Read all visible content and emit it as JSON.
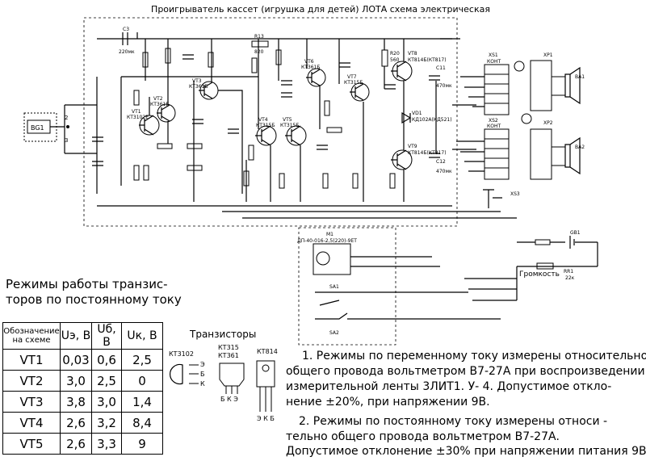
{
  "title": "Проигрыватель кассет (игрушка для детей) ЛОТА схема электрическая",
  "components": {
    "C3": {
      "ref": "C3",
      "val": "220мк"
    },
    "R13": {
      "ref": "R13",
      "val": "820"
    },
    "R20": {
      "ref": "R20",
      "val": "560"
    },
    "VT8": {
      "ref": "VT8",
      "val": "КТ814Б(КТ817)"
    },
    "C11": {
      "ref": "C11",
      "val": "470мк"
    },
    "VT1": {
      "ref": "VT1",
      "val": "КТ3102Е"
    },
    "VT2": {
      "ref": "VT2",
      "val": "КТ361Б"
    },
    "VT3": {
      "ref": "VT3",
      "val": "КТ361Б"
    },
    "VT4": {
      "ref": "VT4",
      "val": "КТ315Б"
    },
    "VT5": {
      "ref": "VT5",
      "val": "КТ315Б"
    },
    "VT6": {
      "ref": "VT6",
      "val": "КТ361Б"
    },
    "VT7": {
      "ref": "VT7",
      "val": "КТ315Б"
    },
    "VT9": {
      "ref": "VT9",
      "val": "КТ814Б(КТ817)"
    },
    "C12": {
      "ref": "C12",
      "val": "470мк"
    },
    "BG1": {
      "ref": "BG1"
    },
    "VD1": {
      "ref": "VD1",
      "val": "КД102А(КД521)"
    },
    "XS1": {
      "ref": "XS1",
      "val": "КОНТ"
    },
    "XS2": {
      "ref": "XS2",
      "val": "КОНТ"
    },
    "XS3": {
      "ref": "XS3"
    },
    "XP1": {
      "ref": "XP1"
    },
    "XP2": {
      "ref": "XP2"
    },
    "BA1": {
      "ref": "BA1"
    },
    "BA2": {
      "ref": "BA2"
    },
    "GB1": {
      "ref": "GB1"
    },
    "RR1": {
      "ref": "RR1",
      "val": "22к"
    },
    "M1": {
      "ref": "M1",
      "val": "ДП-40-016-2,5(220)-9ЕТ"
    },
    "SA1": {
      "ref": "SA1"
    },
    "SA2": {
      "ref": "SA2"
    },
    "volume": "Громкость"
  },
  "section_title": [
    "Режимы работы транзис-",
    "торов по постоянному току"
  ],
  "table": {
    "headers": [
      "Обозначение на схеме",
      "Uэ, В",
      "Uб, В",
      "Uк, В"
    ],
    "rows": [
      [
        "VT1",
        "0,03",
        "0,6",
        "2,5"
      ],
      [
        "VT2",
        "3,0",
        "2,5",
        "0"
      ],
      [
        "VT3",
        "3,8",
        "3,0",
        "1,4"
      ],
      [
        "VT4",
        "2,6",
        "3,2",
        "8,4"
      ],
      [
        "VT5",
        "2,6",
        "3,3",
        "9"
      ]
    ]
  },
  "transistors": {
    "title": "Транзисторы",
    "types": [
      "КТ3102",
      "КТ315 КТ361",
      "КТ814"
    ],
    "pins_3102": [
      "Э",
      "Б",
      "К"
    ],
    "pins_315": "Б К Э",
    "pins_814": "Э К Б"
  },
  "notes": [
    "1. Режимы по переменному току измерены относительно",
    "общего провода вольтметром В7-27А при воспроизведении",
    "измерительной ленты 3ЛИТ1. У- 4. Допустимое откло-",
    "нение ±20%, при напряжении 9В.",
    "2. Режимы по постоянному току измерены относи -",
    "тельно общего провода вольтметром В7-27А.",
    "Допустимое отклонение ±30% при напряжении питания 9В."
  ]
}
